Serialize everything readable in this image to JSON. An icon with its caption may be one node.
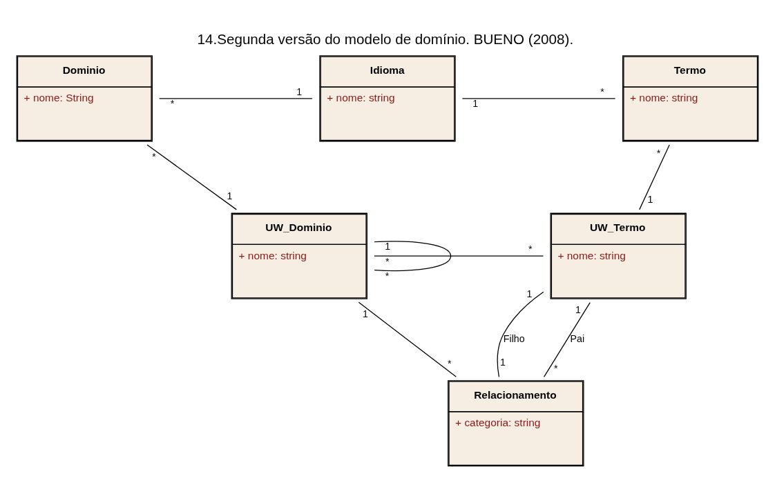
{
  "diagram": {
    "title": "14.Segunda versão do modelo de domínio. BUENO (2008).",
    "nodes": [
      {
        "text": [
          "Dominio",
          "+ nome: String"
        ]
      },
      {
        "text": [
          "Idioma",
          "+ nome: string"
        ]
      },
      {
        "text": [
          "Termo",
          "+ nome: string"
        ]
      },
      {
        "text": [
          "UW_Dominio",
          "+ nome: string"
        ]
      },
      {
        "text": [
          "UW_Termo",
          "+ nome: string"
        ]
      },
      {
        "text": [
          "Relacionamento",
          "+ categoria: string"
        ]
      }
    ],
    "edges": [
      {
        "from": 0,
        "to": 1,
        "arrow": "none"
      },
      {
        "from": 1,
        "to": 2,
        "arrow": "none"
      },
      {
        "from": 0,
        "to": 3,
        "arrow": "none"
      },
      {
        "from": 2,
        "to": 4,
        "arrow": "none"
      },
      {
        "from": 3,
        "to": 3,
        "arrow": "none"
      },
      {
        "from": 3,
        "to": 4,
        "arrow": "none"
      },
      {
        "from": 3,
        "to": 5,
        "arrow": "none"
      },
      {
        "from": 4,
        "to": 5,
        "arrow": "none",
        "label": "Filho"
      },
      {
        "from": 4,
        "to": 5,
        "arrow": "none",
        "label": "Pai"
      }
    ],
    "labels": [
      "*",
      "1",
      "1",
      "*",
      "*",
      "*",
      "1",
      "1",
      "1",
      "*",
      "*",
      "1",
      "1",
      "*",
      "1",
      "1",
      "*",
      "*"
    ]
  }
}
